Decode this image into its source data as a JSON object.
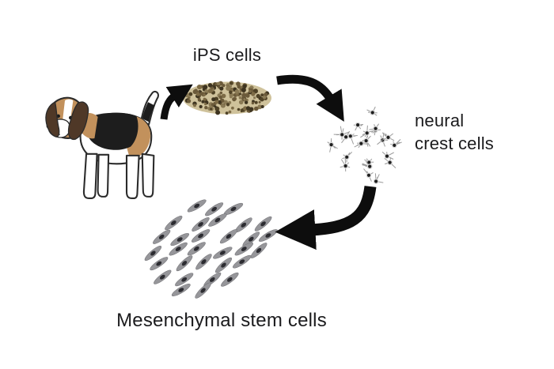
{
  "diagram": {
    "labels": {
      "ips": "iPS cells",
      "neural_crest": "neural\ncrest cells",
      "mesenchymal": "Mesenchymal stem cells"
    },
    "colors": {
      "background": "#ffffff",
      "text": "#1b1b1d",
      "arrow": "#0d0d0d",
      "ips_base": "#cfc29b",
      "ips_dot_palette": [
        "#6b5a3a",
        "#4f4226",
        "#7d6b46",
        "#3e3420",
        "#8a7a55"
      ],
      "ncc_body": "#d9d9d9",
      "ncc_nucleus": "#1e1e1e",
      "ncc_process": "#9b9b9b",
      "msc_body": "#96969a",
      "msc_nucleus": "#2c2c31",
      "msc_outline": "#6e6e72",
      "dog_tan": "#c2915c",
      "dog_ear_brown": "#4f3827",
      "dog_black": "#1d1d1d",
      "dog_outline": "#2b2b2b",
      "dog_white": "#ffffff"
    }
  }
}
